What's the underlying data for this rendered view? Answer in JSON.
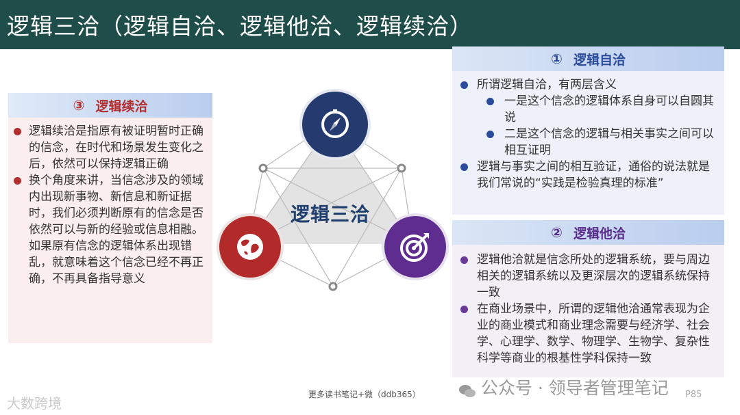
{
  "title": "逻辑三洽（逻辑自洽、逻辑他洽、逻辑续洽）",
  "center_label": "逻辑三洽",
  "panel_self": {
    "number": "①",
    "heading": "逻辑自洽",
    "items": [
      "所谓逻辑自洽，有两层含义",
      "一是这个信念的逻辑体系自身可以自圆其说",
      "二是这个信念的逻辑与相关事实之间可以相互证明",
      "逻辑与事实之间的相互验证，通俗的说法就是我们常说的“实践是检验真理的标准”"
    ],
    "color": "#2b4c9b"
  },
  "panel_other": {
    "number": "②",
    "heading": "逻辑他洽",
    "items": [
      "逻辑他洽就是信念所处的逻辑系统，要与周边相关的逻辑系统以及更深层次的逻辑系统保持一致",
      "在商业场景中，所谓的逻辑他洽通常表现为企业的商业模式和商业理念需要与经济学、社会学、心理学、数学、物理学、生物学、复杂性科学等商业的根基性学科保持一致"
    ],
    "color": "#5a2d8c"
  },
  "panel_continue": {
    "number": "③",
    "heading": "逻辑续洽",
    "items": [
      "逻辑续洽是指原有被证明暂时正确的信念，在时代和场景发生变化之后，依然可以保持逻辑正确",
      "换个角度来讲，当信念涉及的领域内出现新事物、新信息和新证据时，我们必须判断原有的信念是否依然可以与新的经验或信息相融。如果原有信念的逻辑体系出现错乱，就意味着这个信念已经不再正确，不再具备指导意义"
    ],
    "color": "#b32e2e"
  },
  "icons": {
    "top": "compass-icon",
    "left": "globe-icon",
    "right": "target-icon"
  },
  "footer_note": "更多读书笔记+微（ddb365）",
  "watermark": "公众号 · 领导者管理笔记",
  "watermark_left": "大数跨境",
  "page_number": "P85"
}
